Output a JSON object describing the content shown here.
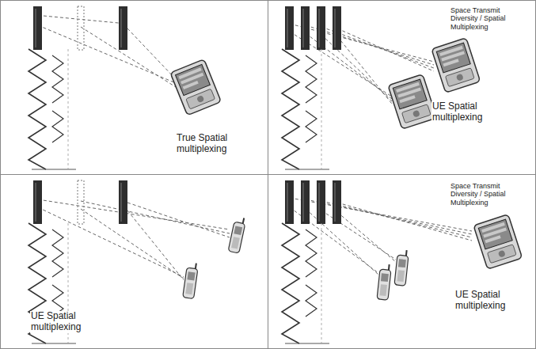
{
  "diagram": {
    "labels": [
      "True Spatial multiplexing",
      "Space Transmit Diversity / Spatial Multiplexing",
      "UE Spatial multiplexing",
      "UE Spatial multiplexing",
      "Space Transmit Diversity / Spatial Multiplexing",
      "UE Spatial multiplexing"
    ]
  }
}
